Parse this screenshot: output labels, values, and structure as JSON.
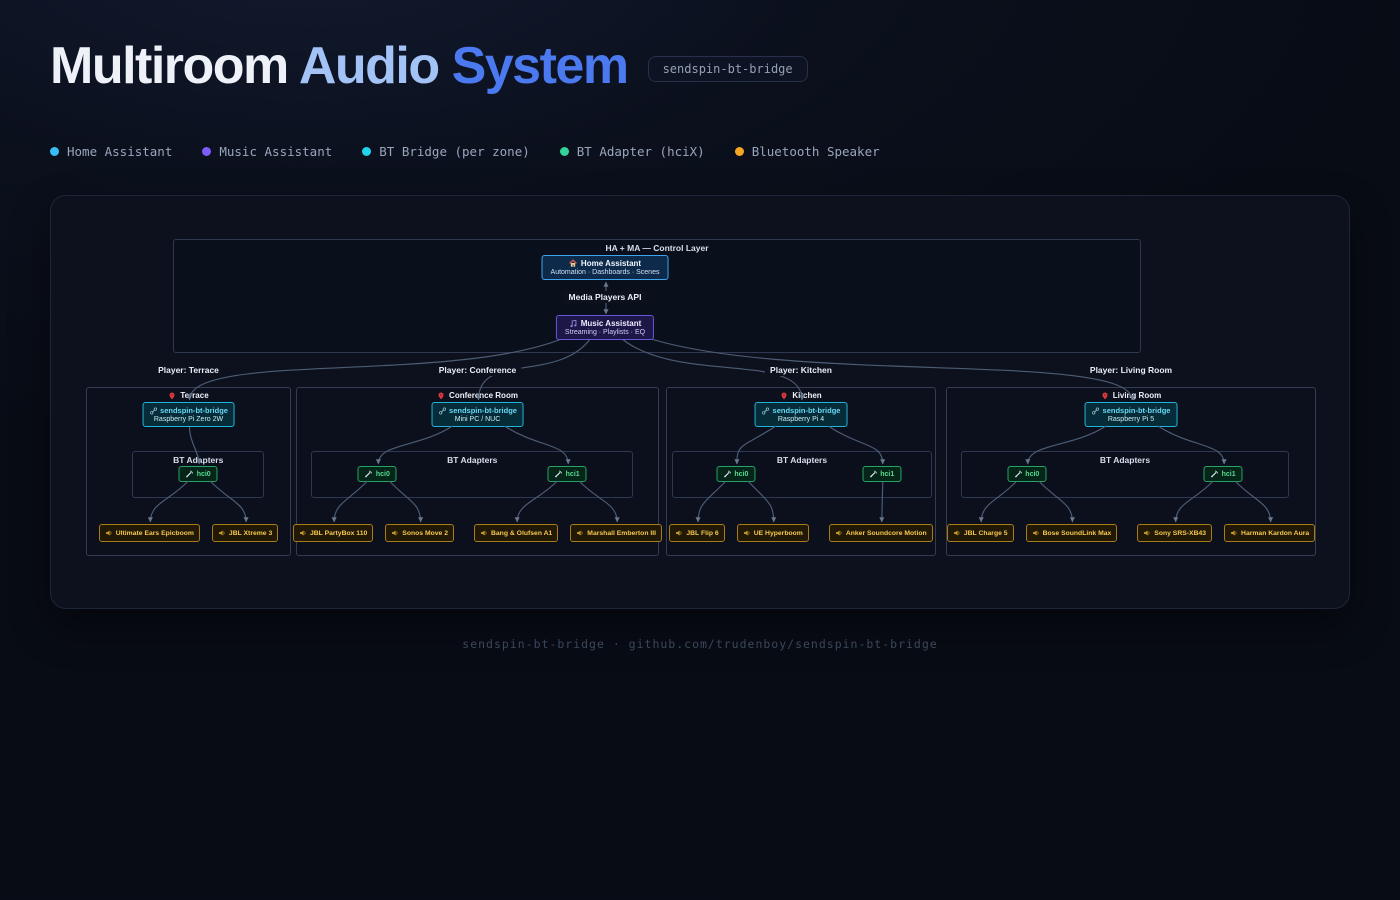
{
  "header": {
    "title_words": [
      "Multiroom",
      "Audio",
      "System"
    ],
    "badge": "sendspin-bt-bridge"
  },
  "legend": [
    {
      "label": "Home Assistant",
      "color": "#38bdf8"
    },
    {
      "label": "Music Assistant",
      "color": "#7c5cfa"
    },
    {
      "label": "BT Bridge (per zone)",
      "color": "#22d3ee"
    },
    {
      "label": "BT Adapter (hciX)",
      "color": "#34d399"
    },
    {
      "label": "Bluetooth Speaker",
      "color": "#f5a623"
    }
  ],
  "diagram": {
    "control_layer": {
      "label": "HA + MA — Control Layer",
      "home_assistant": {
        "icon": "home-icon",
        "title": "Home Assistant",
        "subtitle": "Automation · Dashboards · Scenes"
      },
      "api_edge_label": "Media Players API",
      "music_assistant": {
        "icon": "music-note-icon",
        "title": "Music Assistant",
        "subtitle": "Streaming · Playlists · EQ"
      }
    },
    "zones": [
      {
        "player_label": "Player: Terrace",
        "name": "Terrace",
        "pin_icon": "pin-icon",
        "bridge": {
          "icon": "link-icon",
          "title": "sendspin-bt-bridge",
          "hardware": "Raspberry Pi Zero 2W"
        },
        "adapters_label": "BT Adapters",
        "adapters": [
          {
            "name": "hci0",
            "icon": "antenna-icon",
            "speakers": [
              "Ultimate Ears Epicboom",
              "JBL Xtreme 3"
            ]
          }
        ]
      },
      {
        "player_label": "Player: Conference",
        "name": "Conference Room",
        "pin_icon": "pin-icon",
        "bridge": {
          "icon": "link-icon",
          "title": "sendspin-bt-bridge",
          "hardware": "Mini PC / NUC"
        },
        "adapters_label": "BT Adapters",
        "adapters": [
          {
            "name": "hci0",
            "icon": "antenna-icon",
            "speakers": [
              "JBL PartyBox 110",
              "Sonos Move 2"
            ]
          },
          {
            "name": "hci1",
            "icon": "antenna-icon",
            "speakers": [
              "Bang & Olufsen A1",
              "Marshall Emberton III"
            ]
          }
        ]
      },
      {
        "player_label": "Player: Kitchen",
        "name": "Kitchen",
        "pin_icon": "pin-icon",
        "bridge": {
          "icon": "link-icon",
          "title": "sendspin-bt-bridge",
          "hardware": "Raspberry Pi 4"
        },
        "adapters_label": "BT Adapters",
        "adapters": [
          {
            "name": "hci0",
            "icon": "antenna-icon",
            "speakers": [
              "JBL Flip 6",
              "UE Hyperboom"
            ]
          },
          {
            "name": "hci1",
            "icon": "antenna-icon",
            "speakers": [
              "Anker Soundcore Motion"
            ]
          }
        ]
      },
      {
        "player_label": "Player: Living Room",
        "name": "Living Room",
        "pin_icon": "pin-icon",
        "bridge": {
          "icon": "link-icon",
          "title": "sendspin-bt-bridge",
          "hardware": "Raspberry Pi 5"
        },
        "adapters_label": "BT Adapters",
        "adapters": [
          {
            "name": "hci0",
            "icon": "antenna-icon",
            "speakers": [
              "JBL Charge 5",
              "Bose SoundLink Max"
            ]
          },
          {
            "name": "hci1",
            "icon": "antenna-icon",
            "speakers": [
              "Sony SRS-XB43",
              "Harman Kardon Aura"
            ]
          }
        ]
      }
    ]
  },
  "footer": {
    "text": "sendspin-bt-bridge · github.com/trudenboy/sendspin-bt-bridge"
  },
  "colors": {
    "home_assistant": "#3fa2ee",
    "music_assistant": "#6a55dd",
    "bt_bridge": "#1fb5d8",
    "bt_adapter": "#27a465",
    "speaker": "#a87c17",
    "edge": "#4d5d76",
    "arrowhead": "#68788f"
  }
}
